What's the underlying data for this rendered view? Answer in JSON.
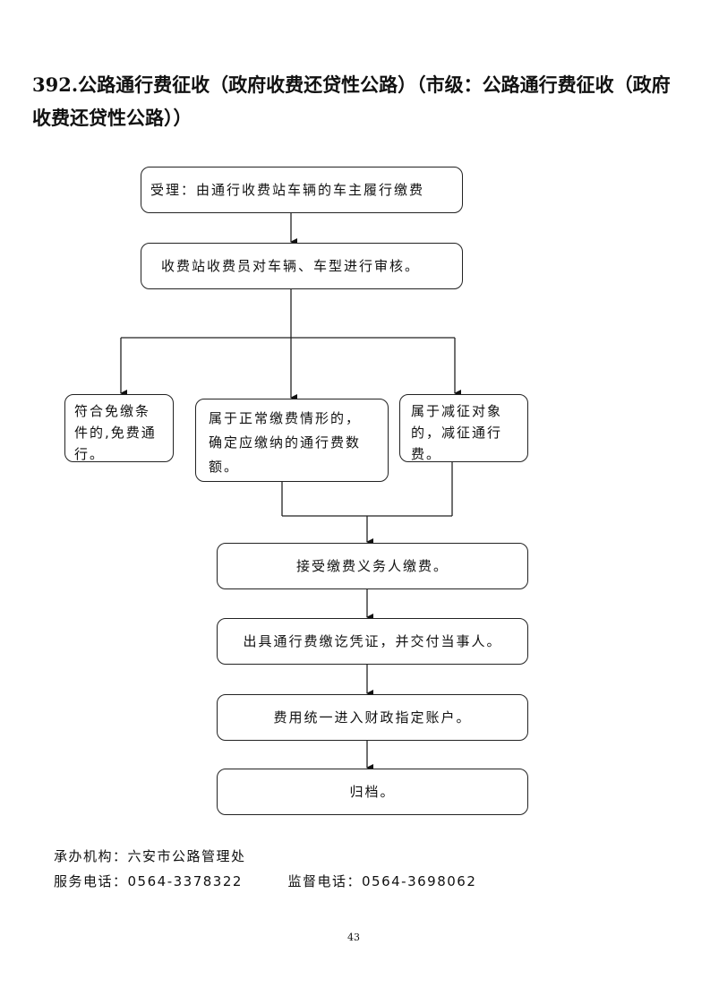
{
  "title": "392.公路通行费征收（政府收费还贷性公路）（市级：公路通行费征收（政府收费还贷性公路））",
  "flow": {
    "step1": "受理：由通行收费站车辆的车主履行缴费",
    "step2": "收费站收费员对车辆、车型进行审核。",
    "branch_left": "符合免缴条件的,免费通行。",
    "branch_middle": "属于正常缴费情形的，确定应缴纳的通行费数额。",
    "branch_right": "属于减征对象的，减征通行费。",
    "step3": "接受缴费义务人缴费。",
    "step4": "出具通行费缴讫凭证，并交付当事人。",
    "step5": "费用统一进入财政指定账户。",
    "step6": "归档。"
  },
  "footer": {
    "agency_label": "承办机构：",
    "agency": "六安市公路管理处",
    "service_phone_label": "服务电话：",
    "service_phone": "0564-3378322",
    "supervision_phone_label": "监督电话：",
    "supervision_phone": "0564-3698062"
  },
  "page_number": "43"
}
